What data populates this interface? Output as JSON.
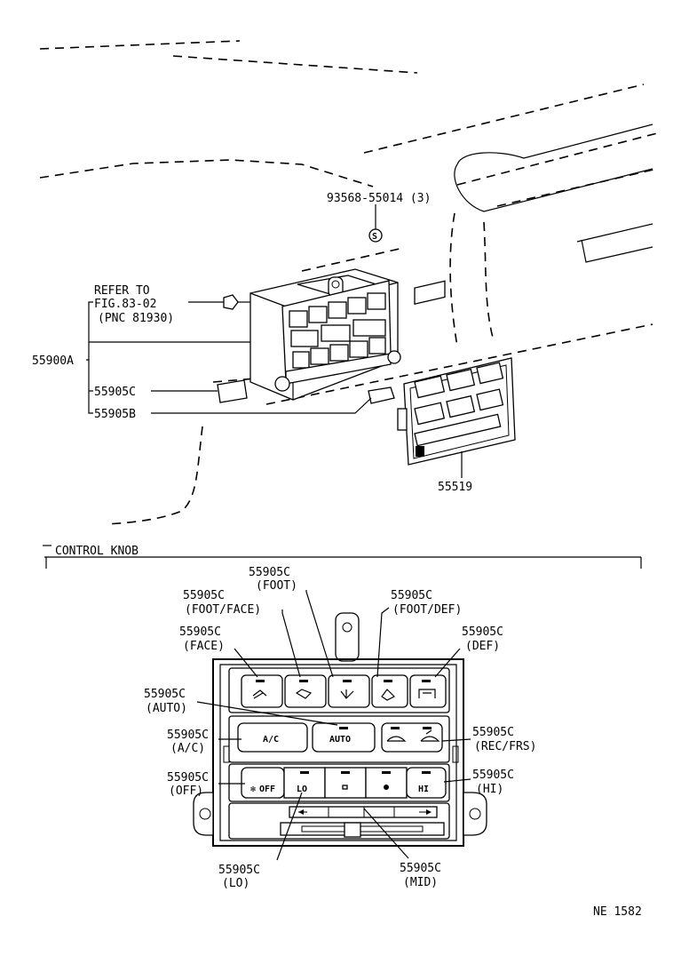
{
  "top_labels": {
    "screw_part": "93568-55014 (3)",
    "refer_line1": "REFER TO",
    "refer_line2": "FIG.83-02",
    "refer_line3": "(PNC 81930)",
    "assembly": "55900A",
    "knob_c": "55905C",
    "knob_b": "55905B",
    "panel": "55519"
  },
  "section_title": "CONTROL KNOB",
  "callouts": {
    "foot": {
      "part": "55905C",
      "desc": "(FOOT)"
    },
    "foot_face": {
      "part": "55905C",
      "desc": "(FOOT/FACE)"
    },
    "foot_def": {
      "part": "55905C",
      "desc": "(FOOT/DEF)"
    },
    "face": {
      "part": "55905C",
      "desc": "(FACE)"
    },
    "def": {
      "part": "55905C",
      "desc": "(DEF)"
    },
    "auto": {
      "part": "55905C",
      "desc": "(AUTO)"
    },
    "ac": {
      "part": "55905C",
      "desc": "(A/C)"
    },
    "rec_fre": {
      "part": "55905C",
      "desc": "(REC/FRS)"
    },
    "off": {
      "part": "55905C",
      "desc": "(OFF)"
    },
    "hi": {
      "part": "55905C",
      "desc": "(HI)"
    },
    "lo": {
      "part": "55905C",
      "desc": "(LO)"
    },
    "mid": {
      "part": "55905C",
      "desc": "(MID)"
    }
  },
  "buttons": {
    "ac": "A/C",
    "auto": "AUTO",
    "off": "OFF",
    "lo": "LO",
    "hi": "HI"
  },
  "icons": [
    "face-vent-icon",
    "foot-face-icon",
    "foot-icon",
    "foot-def-icon",
    "defrost-icon",
    "recirculate-icon",
    "fresh-air-icon",
    "fan-icon",
    "fan-speed-dot-icon"
  ],
  "figure_code": "NE 1582"
}
